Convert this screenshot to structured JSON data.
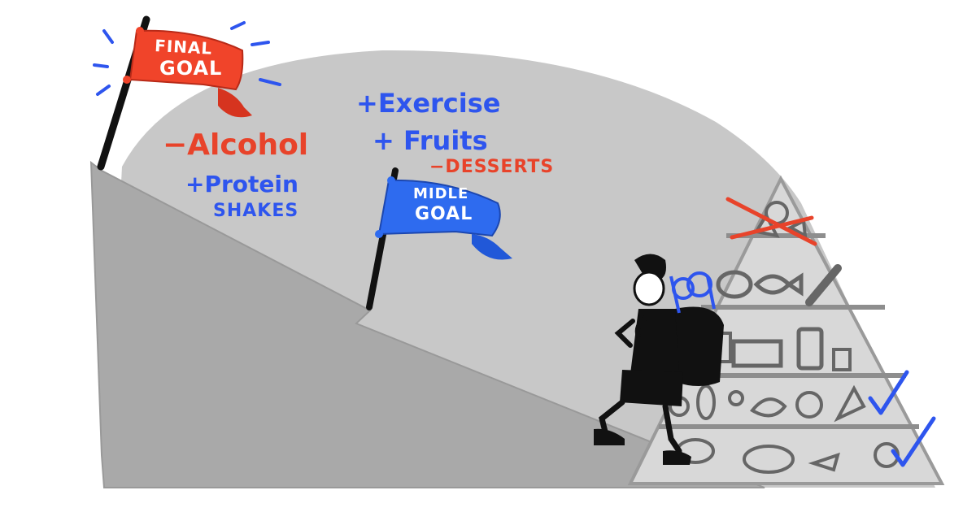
{
  "flags": {
    "final_goal": {
      "line1": "FINAL",
      "line2": "GOAL",
      "color": "#f0442a"
    },
    "middle_goal": {
      "line1": "MIDLE",
      "line2": "GOAL",
      "color": "#2e6bef"
    }
  },
  "notes": {
    "alcohol": "−Alcohol",
    "protein_line1": "+Protein",
    "protein_line2": "SHAKES",
    "exercise": "+Exercise",
    "fruits": "+ Fruits",
    "desserts": "−DESSERTS"
  },
  "colors": {
    "hill_back": "#c8c8c8",
    "hill_front": "#a9a9a9",
    "plus_blue": "#2e55ee",
    "minus_red": "#e8432a",
    "ink": "#111111"
  },
  "pyramid": {
    "tiers": [
      "sweets (crossed out)",
      "protein",
      "dairy",
      "fruits and vegetables (checked)",
      "grains (checked)"
    ]
  },
  "icons": [
    "final-flag-icon",
    "middle-flag-icon",
    "hiker-figure",
    "backpack-icon",
    "food-pyramid-icon",
    "checkmark-icon",
    "cross-out-icon"
  ]
}
